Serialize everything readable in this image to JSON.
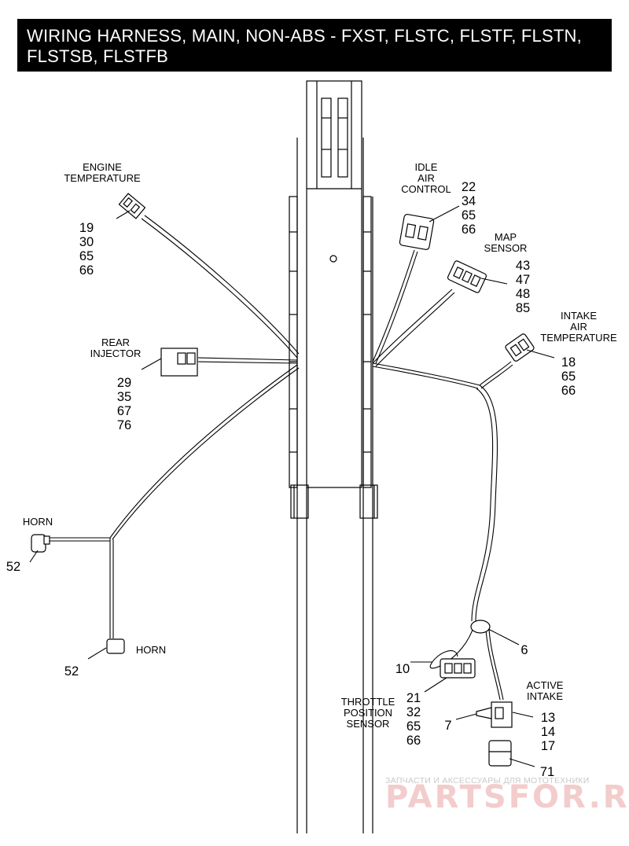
{
  "title": "WIRING HARNESS, MAIN, NON-ABS - FXST, FLSTC, FLSTF, FLSTN, FLSTSB, FLSTFB",
  "components": [
    {
      "id": "engine-temperature",
      "label": [
        "ENGINE",
        "TEMPERATURE"
      ],
      "refs": [
        "19",
        "30",
        "65",
        "66"
      ]
    },
    {
      "id": "idle-air-control",
      "label": [
        "IDLE",
        "AIR",
        "CONTROL"
      ],
      "refs": [
        "22",
        "34",
        "65",
        "66"
      ]
    },
    {
      "id": "map-sensor",
      "label": [
        "MAP",
        "SENSOR"
      ],
      "refs": [
        "43",
        "47",
        "48",
        "85"
      ]
    },
    {
      "id": "intake-air-temperature",
      "label": [
        "INTAKE",
        "AIR",
        "TEMPERATURE"
      ],
      "refs": [
        "18",
        "65",
        "66"
      ]
    },
    {
      "id": "rear-injector",
      "label": [
        "REAR",
        "INJECTOR"
      ],
      "refs": [
        "29",
        "35",
        "67",
        "76"
      ]
    },
    {
      "id": "horn-upper",
      "label": [
        "HORN"
      ],
      "refs": [
        "52"
      ]
    },
    {
      "id": "horn-lower",
      "label": [
        "HORN"
      ],
      "refs": [
        "52"
      ]
    },
    {
      "id": "throttle-position-sensor",
      "label": [
        "THROTTLE",
        "POSITION",
        "SENSOR"
      ],
      "refs": [
        "21",
        "32",
        "65",
        "66"
      ]
    },
    {
      "id": "active-intake",
      "label": [
        "ACTIVE",
        "INTAKE"
      ],
      "refs": [
        "13",
        "14",
        "17"
      ]
    }
  ],
  "callouts": {
    "clip": "6",
    "loop": "10",
    "actuator": "7",
    "cap": "71"
  },
  "watermark": {
    "tagline": "ЗАПЧАСТИ И АКСЕССУАРЫ ДЛЯ МОТОТЕХНИКИ",
    "brand": "PARTSFOR.RU",
    "color": "#e8a0a0"
  }
}
